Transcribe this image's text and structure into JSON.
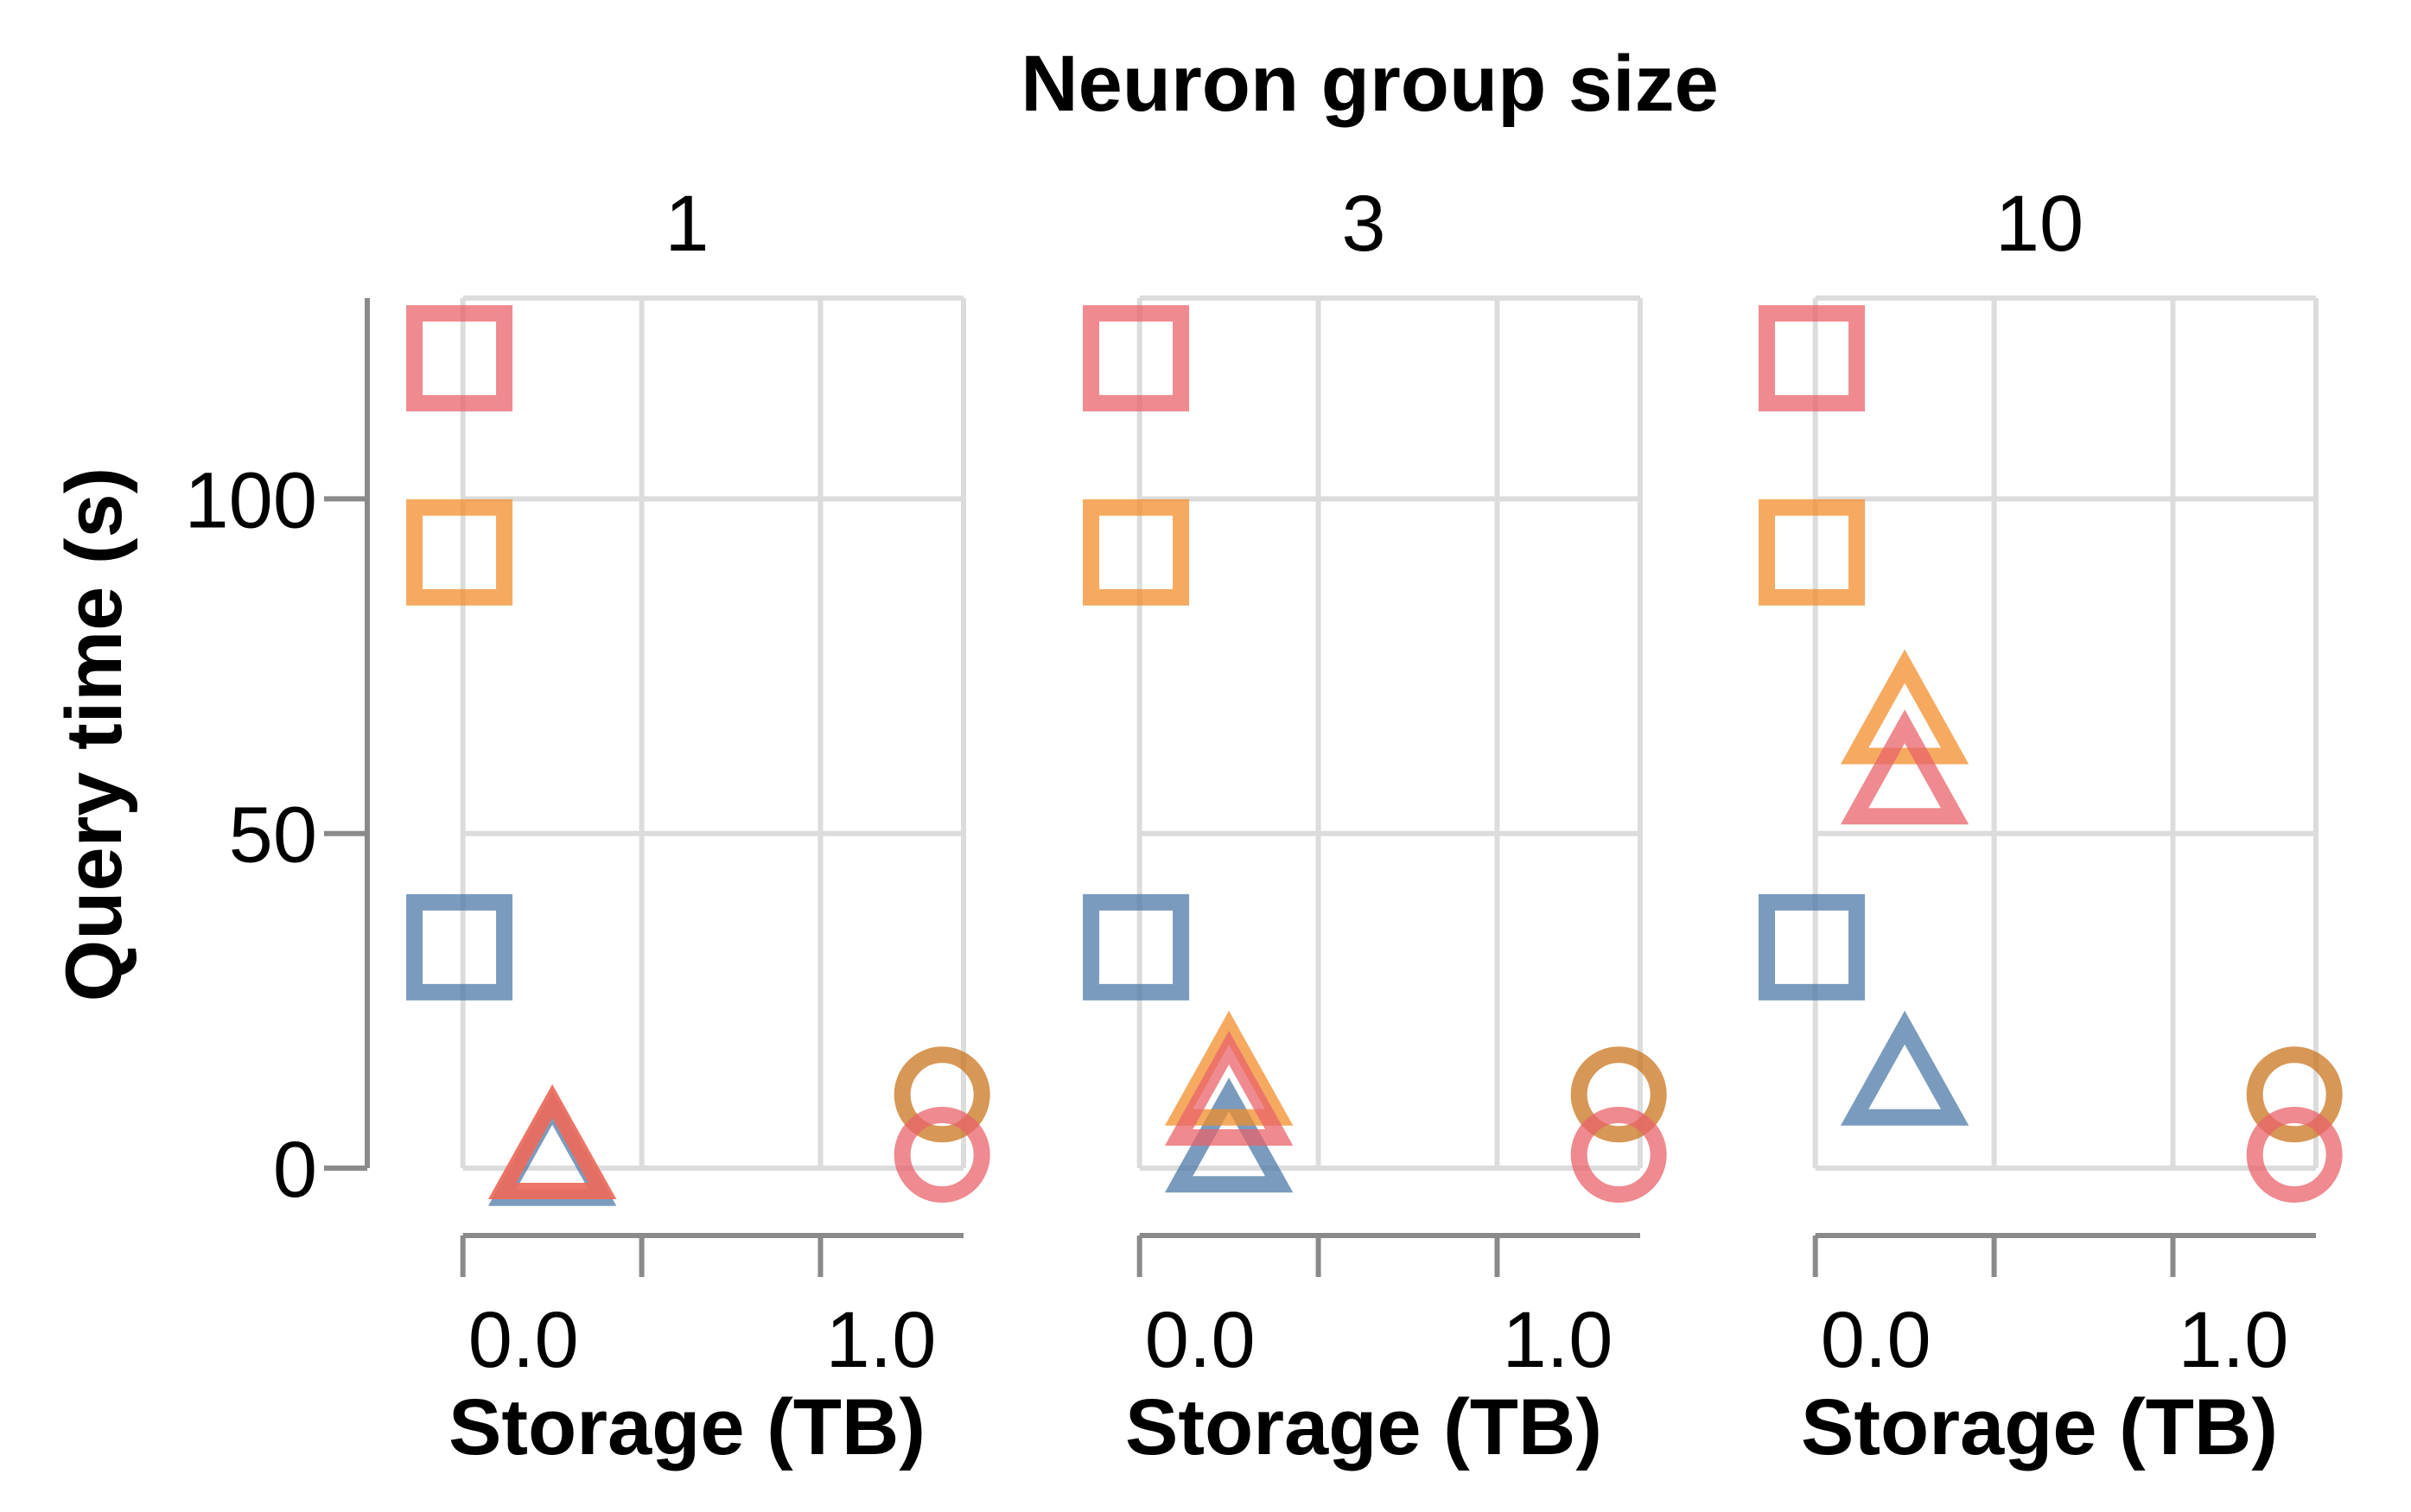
{
  "chart_data": {
    "type": "scatter",
    "title": "Neuron group size",
    "xlabel": "Storage (TB)",
    "ylabel": "Query time (s)",
    "xlim": [
      -0.05,
      1.4
    ],
    "ylim": [
      0,
      130
    ],
    "x_ticks": [
      0.0,
      0.5,
      1.0,
      1.4
    ],
    "x_tick_labels": [
      "0.0",
      "1.0"
    ],
    "x_tick_label_values": [
      0.0,
      1.0
    ],
    "y_ticks": [
      0,
      50,
      100
    ],
    "y_tick_labels": [
      "0",
      "50",
      "100"
    ],
    "grid": true,
    "legend": false,
    "colors": {
      "red": "#e8636b",
      "orange": "#f28e2b",
      "blue": "#4e79a7",
      "brown": "#c9741e"
    },
    "facets": [
      {
        "label": "1",
        "points": [
          {
            "shape": "square",
            "color": "red",
            "x": -0.01,
            "y": 121
          },
          {
            "shape": "square",
            "color": "orange",
            "x": -0.01,
            "y": 92
          },
          {
            "shape": "square",
            "color": "blue",
            "x": -0.01,
            "y": 33
          },
          {
            "shape": "triangle",
            "color": "blue",
            "x": 0.25,
            "y": 1
          },
          {
            "shape": "triangle",
            "color": "orange",
            "x": 0.25,
            "y": 2
          },
          {
            "shape": "triangle",
            "color": "red",
            "x": 0.25,
            "y": 2
          },
          {
            "shape": "circle",
            "color": "brown",
            "x": 1.34,
            "y": 11
          },
          {
            "shape": "circle",
            "color": "red",
            "x": 1.34,
            "y": 2
          }
        ]
      },
      {
        "label": "3",
        "points": [
          {
            "shape": "square",
            "color": "red",
            "x": -0.01,
            "y": 121
          },
          {
            "shape": "square",
            "color": "orange",
            "x": -0.01,
            "y": 92
          },
          {
            "shape": "square",
            "color": "blue",
            "x": -0.01,
            "y": 33
          },
          {
            "shape": "triangle",
            "color": "blue",
            "x": 0.25,
            "y": 3
          },
          {
            "shape": "triangle",
            "color": "orange",
            "x": 0.25,
            "y": 13
          },
          {
            "shape": "triangle",
            "color": "red",
            "x": 0.25,
            "y": 10
          },
          {
            "shape": "circle",
            "color": "brown",
            "x": 1.34,
            "y": 11
          },
          {
            "shape": "circle",
            "color": "red",
            "x": 1.34,
            "y": 2
          }
        ]
      },
      {
        "label": "10",
        "points": [
          {
            "shape": "square",
            "color": "red",
            "x": -0.01,
            "y": 121
          },
          {
            "shape": "square",
            "color": "orange",
            "x": -0.01,
            "y": 92
          },
          {
            "shape": "square",
            "color": "blue",
            "x": -0.01,
            "y": 33
          },
          {
            "shape": "triangle",
            "color": "blue",
            "x": 0.25,
            "y": 13
          },
          {
            "shape": "triangle",
            "color": "orange",
            "x": 0.25,
            "y": 67
          },
          {
            "shape": "triangle",
            "color": "red",
            "x": 0.25,
            "y": 58
          },
          {
            "shape": "circle",
            "color": "brown",
            "x": 1.34,
            "y": 11
          },
          {
            "shape": "circle",
            "color": "red",
            "x": 1.34,
            "y": 2
          }
        ]
      }
    ]
  }
}
